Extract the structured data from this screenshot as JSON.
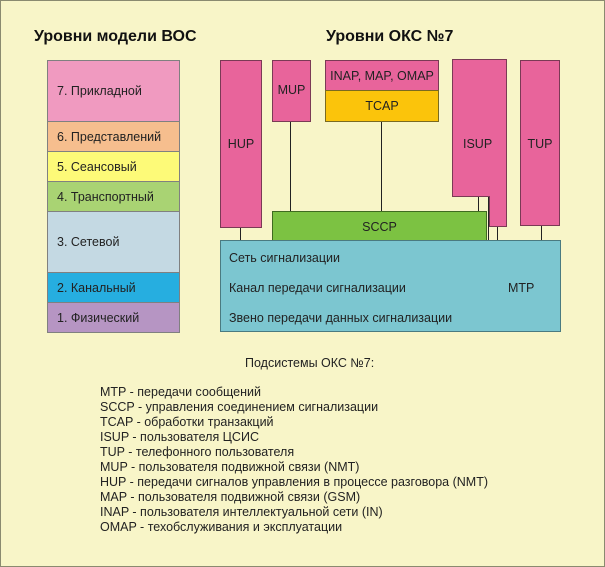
{
  "osi_title": "Уровни модели ВОС",
  "ss7_title": "Уровни ОКС №7",
  "osi_layers": [
    {
      "label": "7. Прикладной",
      "color": "#f09ac0"
    },
    {
      "label": "6. Представлений",
      "color": "#f6be8e"
    },
    {
      "label": "5. Сеансовый",
      "color": "#fdfa78"
    },
    {
      "label": "4. Транспортный",
      "color": "#a9d373"
    },
    {
      "label": "3. Сетевой",
      "color": "#c4d9e3"
    },
    {
      "label": "2. Канальный",
      "color": "#26aee0"
    },
    {
      "label": "1. Физический",
      "color": "#b695c3"
    }
  ],
  "ss7": {
    "hup": "HUP",
    "mup": "MUP",
    "inap": "INAP, MAP, OMAP",
    "tcap": "TCAP",
    "isup": "ISUP",
    "tup": "TUP",
    "sccp": "SCCP",
    "mtp_lines": [
      "Сеть сигнализации",
      "Канал передачи сигнализации",
      "Звено передачи данных сигнализации"
    ],
    "mtp": "MTP"
  },
  "colors": {
    "background": "#f8f5c8",
    "user_parts": "#e8649b",
    "tcap": "#fbc40b",
    "sccp": "#7cc242",
    "mtp": "#7cc6d0"
  },
  "legend_title": "Подсистемы ОКС №7:",
  "legend": [
    "MTP - передачи сообщений",
    "SCCP - управления соединением сигнализации",
    "TCAP - обработки транзакций",
    "ISUP - пользователя ЦСИС",
    "TUP - телефонного пользователя",
    "MUP - пользователя подвижной связи (NMT)",
    "HUP - передачи сигналов управления в процессе разговора (NMT)",
    "MAP - пользователя подвижной связи (GSM)",
    "INAP - пользователя интеллектуальной сети (IN)",
    "OMAP - техобслуживания и эксплуатации"
  ]
}
